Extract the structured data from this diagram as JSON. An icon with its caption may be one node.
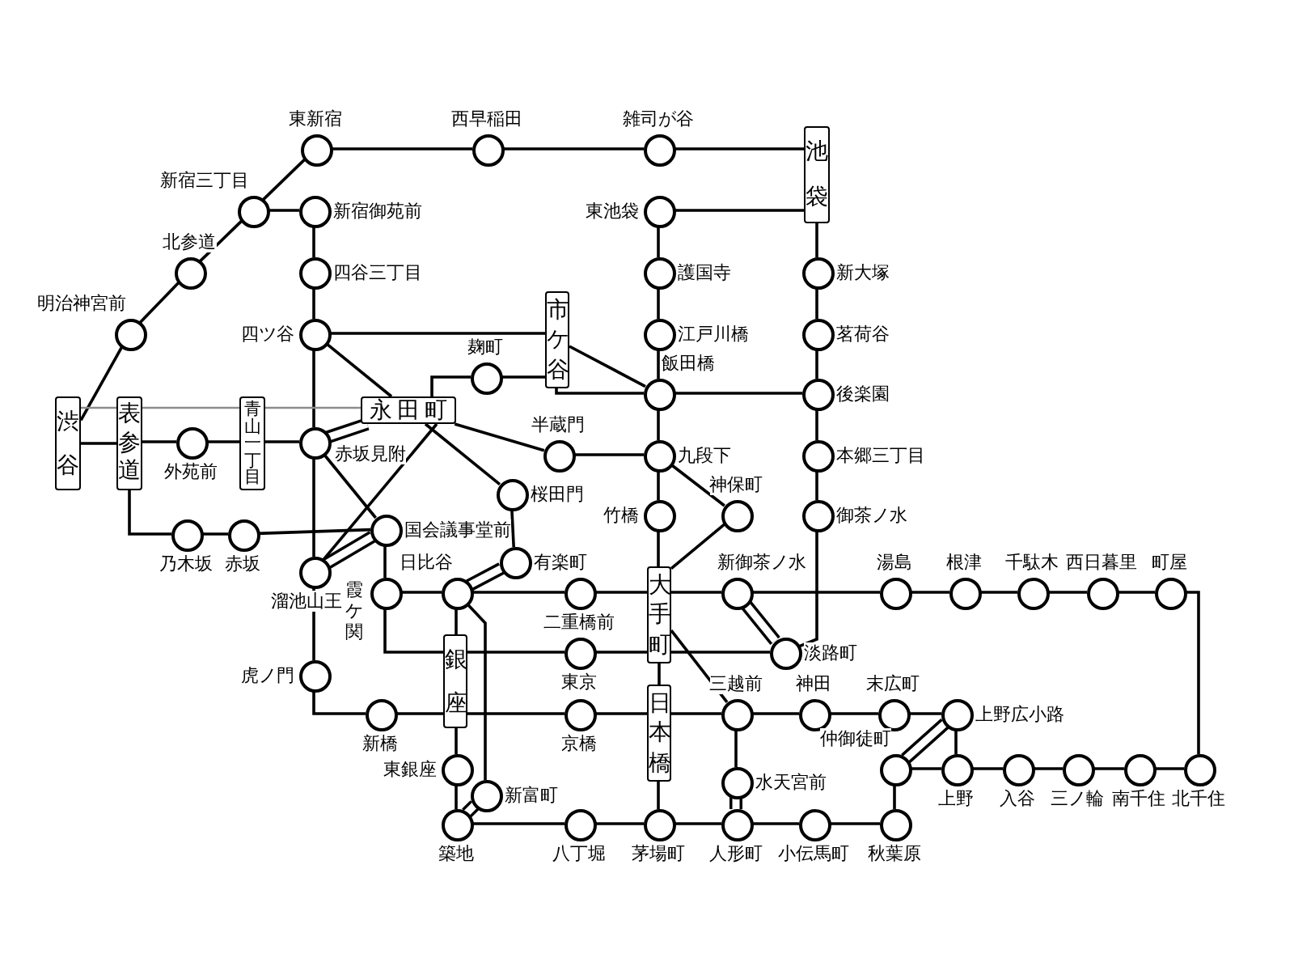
{
  "diagram": {
    "nodes": [
      {
        "text": [
          "東新宿"
        ]
      },
      {
        "text": [
          "西早稲田"
        ]
      },
      {
        "text": [
          "雑司が谷"
        ]
      },
      {
        "text": [
          "池袋"
        ]
      },
      {
        "text": [
          "新宿三丁目"
        ]
      },
      {
        "text": [
          "新宿御苑前"
        ]
      },
      {
        "text": [
          "東池袋"
        ]
      },
      {
        "text": [
          "北参道"
        ]
      },
      {
        "text": [
          "四谷三丁目"
        ]
      },
      {
        "text": [
          "護国寺"
        ]
      },
      {
        "text": [
          "新大塚"
        ]
      },
      {
        "text": [
          "明治神宮前"
        ]
      },
      {
        "text": [
          "四ツ谷"
        ]
      },
      {
        "text": [
          "市ケ谷"
        ]
      },
      {
        "text": [
          "江戸川橋"
        ]
      },
      {
        "text": [
          "茗荷谷"
        ]
      },
      {
        "text": [
          "麹町"
        ]
      },
      {
        "text": [
          "飯田橋"
        ]
      },
      {
        "text": [
          "後楽園"
        ]
      },
      {
        "text": [
          "渋谷"
        ]
      },
      {
        "text": [
          "表参道"
        ]
      },
      {
        "text": [
          "青山一丁目"
        ]
      },
      {
        "text": [
          "永田町"
        ]
      },
      {
        "text": [
          "赤坂見附"
        ]
      },
      {
        "text": [
          "外苑前"
        ]
      },
      {
        "text": [
          "半蔵門"
        ]
      },
      {
        "text": [
          "九段下"
        ]
      },
      {
        "text": [
          "桜田門"
        ]
      },
      {
        "text": [
          "神保町"
        ]
      },
      {
        "text": [
          "竹橋"
        ]
      },
      {
        "text": [
          "国会議事堂前"
        ]
      },
      {
        "text": [
          "乃木坂"
        ]
      },
      {
        "text": [
          "赤坂"
        ]
      },
      {
        "text": [
          "御茶ノ水"
        ]
      },
      {
        "text": [
          "有楽町"
        ]
      },
      {
        "text": [
          "溜池山王"
        ]
      },
      {
        "text": [
          "日比谷"
        ]
      },
      {
        "text": [
          "霞ケ関"
        ]
      },
      {
        "text": [
          "大手町"
        ]
      },
      {
        "text": [
          "新御茶ノ水"
        ]
      },
      {
        "text": [
          "湯島"
        ]
      },
      {
        "text": [
          "根津"
        ]
      },
      {
        "text": [
          "千駄木"
        ]
      },
      {
        "text": [
          "西日暮里"
        ]
      },
      {
        "text": [
          "町屋"
        ]
      },
      {
        "text": [
          "二重橋前"
        ]
      },
      {
        "text": [
          "銀座"
        ]
      },
      {
        "text": [
          "東京"
        ]
      },
      {
        "text": [
          "淡路町"
        ]
      },
      {
        "text": [
          "虎ノ門"
        ]
      },
      {
        "text": [
          "三越前"
        ]
      },
      {
        "text": [
          "神田"
        ]
      },
      {
        "text": [
          "末広町"
        ]
      },
      {
        "text": [
          "上野広小路"
        ]
      },
      {
        "text": [
          "新橋"
        ]
      },
      {
        "text": [
          "京橋"
        ]
      },
      {
        "text": [
          "日本橋"
        ]
      },
      {
        "text": [
          "仲御徒町"
        ]
      },
      {
        "text": [
          "上野"
        ]
      },
      {
        "text": [
          "入谷"
        ]
      },
      {
        "text": [
          "三ノ輪"
        ]
      },
      {
        "text": [
          "南千住"
        ]
      },
      {
        "text": [
          "北千住"
        ]
      },
      {
        "text": [
          "東銀座"
        ]
      },
      {
        "text": [
          "水天宮前"
        ]
      },
      {
        "text": [
          "新富町"
        ]
      },
      {
        "text": [
          "築地"
        ]
      },
      {
        "text": [
          "八丁堀"
        ]
      },
      {
        "text": [
          "茅場町"
        ]
      },
      {
        "text": [
          "人形町"
        ]
      },
      {
        "text": [
          "小伝馬町"
        ]
      },
      {
        "text": [
          "秋葉原"
        ]
      },
      {
        "text": [
          "本郷三丁目"
        ]
      }
    ],
    "edges": [
      {
        "from": 19,
        "to": 11,
        "arrow": "none"
      },
      {
        "from": 11,
        "to": 7,
        "arrow": "none"
      },
      {
        "from": 7,
        "to": 4,
        "arrow": "none"
      },
      {
        "from": 4,
        "to": 0,
        "arrow": "none"
      },
      {
        "from": 0,
        "to": 1,
        "arrow": "none"
      },
      {
        "from": 1,
        "to": 2,
        "arrow": "none"
      },
      {
        "from": 2,
        "to": 3,
        "arrow": "none"
      },
      {
        "from": 3,
        "to": 10,
        "arrow": "none"
      },
      {
        "from": 10,
        "to": 15,
        "arrow": "none"
      },
      {
        "from": 15,
        "to": 18,
        "arrow": "none"
      },
      {
        "from": 18,
        "to": 72,
        "arrow": "none"
      },
      {
        "from": 72,
        "to": 33,
        "arrow": "none"
      },
      {
        "from": 33,
        "to": 48,
        "arrow": "none"
      },
      {
        "from": 48,
        "to": 38,
        "arrow": "none"
      },
      {
        "from": 38,
        "to": 47,
        "arrow": "none"
      },
      {
        "from": 47,
        "to": 46,
        "arrow": "none"
      },
      {
        "from": 46,
        "to": 37,
        "arrow": "none"
      },
      {
        "from": 37,
        "to": 30,
        "arrow": "none"
      },
      {
        "from": 30,
        "to": 23,
        "arrow": "none"
      },
      {
        "from": 23,
        "to": 12,
        "arrow": "none"
      },
      {
        "from": 12,
        "to": 8,
        "arrow": "none"
      },
      {
        "from": 8,
        "to": 5,
        "arrow": "none"
      },
      {
        "from": 5,
        "to": 4,
        "arrow": "none"
      },
      {
        "from": 3,
        "to": 6,
        "arrow": "none"
      },
      {
        "from": 6,
        "to": 9,
        "arrow": "none"
      },
      {
        "from": 9,
        "to": 14,
        "arrow": "none"
      },
      {
        "from": 14,
        "to": 17,
        "arrow": "none"
      },
      {
        "from": 17,
        "to": 13,
        "arrow": "none"
      },
      {
        "from": 13,
        "to": 16,
        "arrow": "none"
      },
      {
        "from": 16,
        "to": 22,
        "arrow": "none"
      },
      {
        "from": 22,
        "to": 27,
        "arrow": "none"
      },
      {
        "from": 27,
        "to": 34,
        "arrow": "none"
      },
      {
        "from": 34,
        "to": 36,
        "arrow": "none",
        "style": "thick"
      },
      {
        "from": 36,
        "to": 65,
        "arrow": "none"
      },
      {
        "from": 65,
        "to": 66,
        "arrow": "none",
        "style": "thick"
      },
      {
        "from": 12,
        "to": 22,
        "arrow": "none"
      },
      {
        "from": 12,
        "to": 13,
        "arrow": "none"
      },
      {
        "from": 13,
        "to": 17,
        "arrow": "none"
      },
      {
        "from": 17,
        "to": 18,
        "arrow": "none"
      },
      {
        "from": 22,
        "to": 35,
        "arrow": "none"
      },
      {
        "from": 35,
        "to": 30,
        "arrow": "none",
        "style": "thick"
      },
      {
        "from": 19,
        "to": 20,
        "arrow": "none",
        "color": "#8c8c8c"
      },
      {
        "from": 20,
        "to": 21,
        "arrow": "none",
        "color": "#8c8c8c"
      },
      {
        "from": 21,
        "to": 22,
        "arrow": "none",
        "color": "#8c8c8c"
      },
      {
        "from": 22,
        "to": 25,
        "arrow": "none"
      },
      {
        "from": 25,
        "to": 26,
        "arrow": "none"
      },
      {
        "from": 26,
        "to": 28,
        "arrow": "none"
      },
      {
        "from": 28,
        "to": 38,
        "arrow": "none"
      },
      {
        "from": 38,
        "to": 50,
        "arrow": "none"
      },
      {
        "from": 50,
        "to": 64,
        "arrow": "none"
      },
      {
        "from": 64,
        "to": 69,
        "arrow": "none",
        "style": "thick"
      },
      {
        "from": 19,
        "to": 20,
        "arrow": "none"
      },
      {
        "from": 20,
        "to": 24,
        "arrow": "none"
      },
      {
        "from": 24,
        "to": 21,
        "arrow": "none"
      },
      {
        "from": 21,
        "to": 23,
        "arrow": "none"
      },
      {
        "from": 23,
        "to": 22,
        "arrow": "none",
        "style": "thick"
      },
      {
        "from": 23,
        "to": 35,
        "arrow": "none"
      },
      {
        "from": 35,
        "to": 49,
        "arrow": "none"
      },
      {
        "from": 49,
        "to": 54,
        "arrow": "none"
      },
      {
        "from": 54,
        "to": 46,
        "arrow": "none"
      },
      {
        "from": 46,
        "to": 55,
        "arrow": "none"
      },
      {
        "from": 55,
        "to": 56,
        "arrow": "none"
      },
      {
        "from": 56,
        "to": 50,
        "arrow": "none"
      },
      {
        "from": 50,
        "to": 51,
        "arrow": "none"
      },
      {
        "from": 51,
        "to": 52,
        "arrow": "none"
      },
      {
        "from": 52,
        "to": 53,
        "arrow": "none"
      },
      {
        "from": 53,
        "to": 58,
        "arrow": "none"
      },
      {
        "from": 20,
        "to": 31,
        "arrow": "none"
      },
      {
        "from": 31,
        "to": 32,
        "arrow": "none"
      },
      {
        "from": 32,
        "to": 30,
        "arrow": "none"
      },
      {
        "from": 37,
        "to": 36,
        "arrow": "none"
      },
      {
        "from": 36,
        "to": 45,
        "arrow": "none"
      },
      {
        "from": 45,
        "to": 38,
        "arrow": "none"
      },
      {
        "from": 38,
        "to": 39,
        "arrow": "none"
      },
      {
        "from": 39,
        "to": 40,
        "arrow": "none"
      },
      {
        "from": 40,
        "to": 41,
        "arrow": "none"
      },
      {
        "from": 41,
        "to": 42,
        "arrow": "none"
      },
      {
        "from": 42,
        "to": 43,
        "arrow": "none"
      },
      {
        "from": 43,
        "to": 44,
        "arrow": "none"
      },
      {
        "from": 44,
        "to": 62,
        "arrow": "none"
      },
      {
        "from": 39,
        "to": 48,
        "arrow": "none",
        "style": "thick"
      },
      {
        "from": 62,
        "to": 61,
        "arrow": "none"
      },
      {
        "from": 61,
        "to": 60,
        "arrow": "none"
      },
      {
        "from": 60,
        "to": 59,
        "arrow": "none"
      },
      {
        "from": 59,
        "to": 58,
        "arrow": "none"
      },
      {
        "from": 58,
        "to": 57,
        "arrow": "none"
      },
      {
        "from": 57,
        "to": 53,
        "arrow": "none",
        "style": "thick"
      },
      {
        "from": 57,
        "to": 71,
        "arrow": "none"
      },
      {
        "from": 71,
        "to": 70,
        "arrow": "none"
      },
      {
        "from": 70,
        "to": 69,
        "arrow": "none"
      },
      {
        "from": 69,
        "to": 68,
        "arrow": "none"
      },
      {
        "from": 68,
        "to": 67,
        "arrow": "none"
      },
      {
        "from": 67,
        "to": 66,
        "arrow": "none"
      },
      {
        "from": 66,
        "to": 63,
        "arrow": "none"
      },
      {
        "from": 63,
        "to": 46,
        "arrow": "none"
      },
      {
        "from": 46,
        "to": 36,
        "arrow": "none"
      },
      {
        "from": 68,
        "to": 56,
        "arrow": "none"
      },
      {
        "from": 56,
        "to": 38,
        "arrow": "none"
      },
      {
        "from": 38,
        "to": 29,
        "arrow": "none"
      },
      {
        "from": 29,
        "to": 26,
        "arrow": "none"
      },
      {
        "from": 26,
        "to": 17,
        "arrow": "none"
      }
    ]
  }
}
